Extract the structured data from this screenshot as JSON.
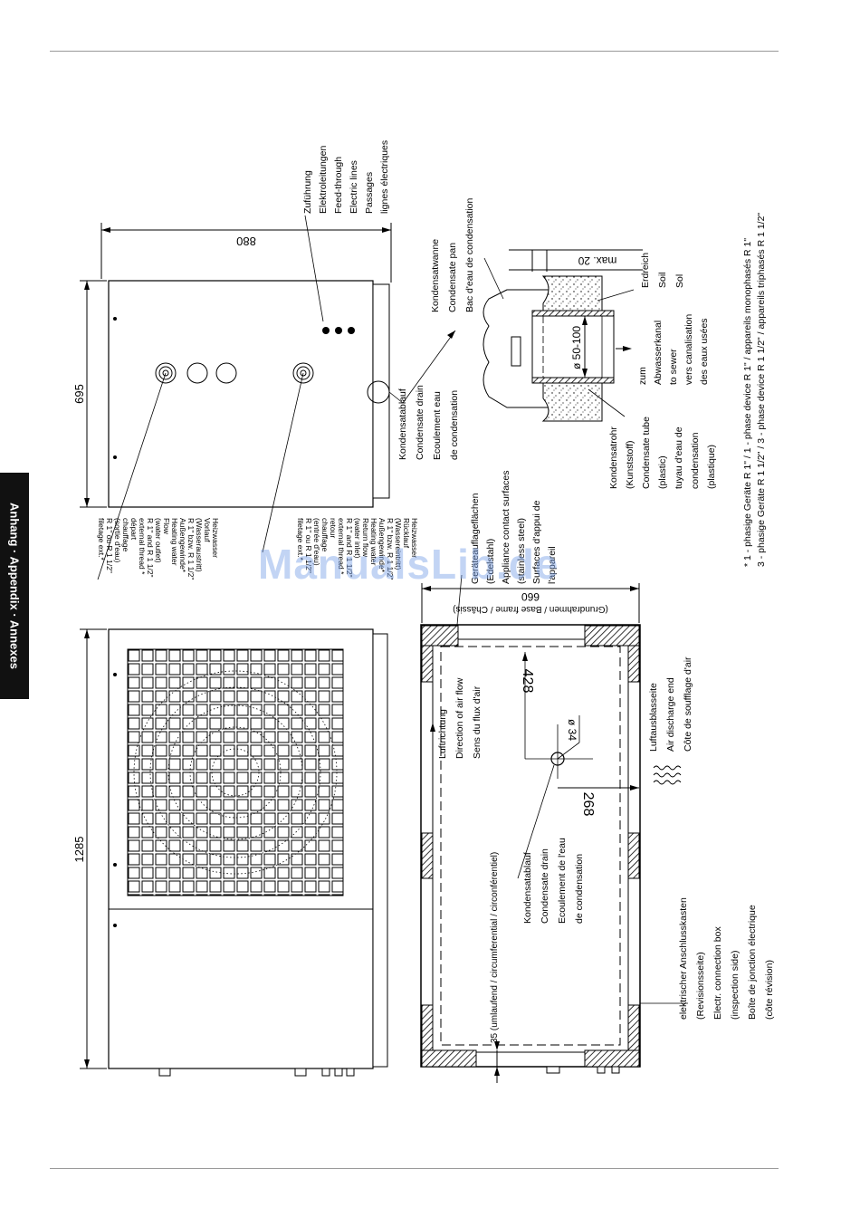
{
  "side_tab": "Anhang · Appendix · Annexes",
  "watermark": "ManualsLib.de",
  "dims": {
    "d1285": "1285",
    "d695": "695",
    "d880": "880",
    "d660": "660",
    "d428": "428",
    "d268": "268",
    "d34": "ø 34",
    "d50_100": "ø 50-100",
    "max20": "max. 20",
    "d35": "35 (umlaufend / circumferential / circonférentiel)"
  },
  "labels": {
    "zufuhrung": [
      "Zuführung",
      "Elektroleitungen",
      "Feed-through",
      "Electric lines",
      "Passages",
      "lignes électriques"
    ],
    "kondensatwanne": [
      "Kondensatwanne",
      "Condensate pan",
      "Bac d'eau de condensation"
    ],
    "kondensatablauf_right": [
      "Kondensatablauf",
      "Condensate drain",
      "Ecoulement eau",
      "de condensation"
    ],
    "erdreich": [
      "Erdreich",
      "Soil",
      "Sol"
    ],
    "abwasser": [
      "zum",
      "Abwasserkanal",
      "to sewer",
      "vers canalisation",
      "des eaux usées"
    ],
    "kondensatrohr": [
      "Kondensatrohr",
      "(Kunststoff)",
      "Condensate tube",
      "(plastic)",
      "tuyau d'eau de",
      "condensation",
      "(plastique)"
    ],
    "gerateauflage": [
      "Geräteauflageflächen",
      "(Edelstahl)",
      "Appliance contact surfaces",
      "(stainless steel)",
      "Surfaces d'appui de",
      "l'appareil"
    ],
    "footnote": [
      "* 1 - phasige Geräte R 1\" / 1 - phase device R 1\" / appareils monophasés R 1\"",
      "3 - phasige Geräte R 1 1/2\" / 3 - phase device R 1 1/2\" / appareils triphasés R 1 1/2\""
    ],
    "vorlauf": [
      "Heizwasser",
      "Vorlauf",
      "(Wasseraustritt)",
      "R 1\" bzw. R 1 1/2\"",
      "Außengewinde*",
      "Heating water",
      "Flow",
      "(water outlet)",
      "R 1\" and R 1 1/2\"",
      "external thread *",
      "départ",
      "chauffage",
      "(sortie d'eau)",
      "R 1\" ou R 1 1/2\"",
      "filetage ext.*"
    ],
    "rucklauf": [
      "Heizwasser",
      "Rücklauf",
      "(Wassereintritt)",
      "R 1\" bzw. R 1 1/2\"",
      "Außengewinde*",
      "Heating water",
      "Return flow",
      "(water inlet)",
      "R 1\" and R 1 1/2\"",
      "external thread *",
      "retour",
      "chauffage",
      "(entrée d'eau)",
      "R 1\" ou R 1 1/2\"",
      "filetage ext.*"
    ],
    "grundrahmen": "(Grundrahmen / Base frame / Châssis)",
    "luftrichtung": [
      "Luftrichtung",
      "Direction of air flow",
      "Sens du flux d'air"
    ],
    "luftausblas": [
      "Luftausblasseite",
      "Air discharge end",
      "Côte de soufflage d'air"
    ],
    "kondensatablauf_mid": [
      "Kondensatablauf",
      "Condensate drain",
      "Ecoulement de l'eau",
      "de condensation"
    ],
    "anschluss": [
      "elektrischer Anschlusskasten",
      "(Revisionsseite)",
      "Electr. connection box",
      "(inspection side)",
      "Boîte de jonction électrique",
      "(côte révision)"
    ]
  }
}
